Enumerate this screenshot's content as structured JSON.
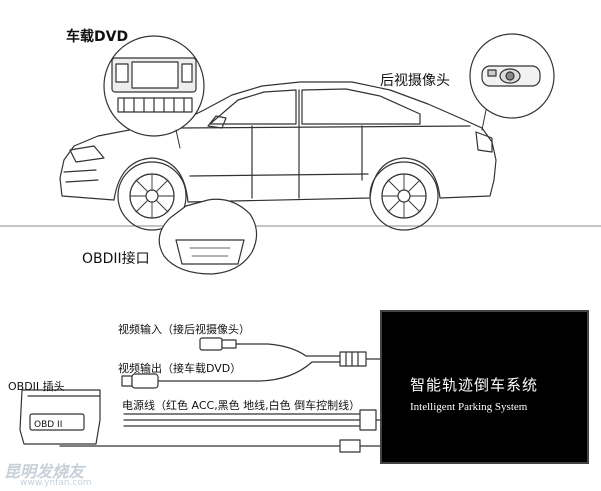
{
  "labels": {
    "car_dvd": "车载DVD",
    "rear_camera": "后视摄像头",
    "obd_port": "OBDII接口",
    "video_input": "视频输入（接后视摄像头）",
    "video_output": "视频输出（接车载DVD）",
    "power_line": "电源线（红色 ACC,黑色 地线,白色 倒车控制线）",
    "obd_plug": "OBDII  插头",
    "obd_module_text": "OBD II"
  },
  "system_box": {
    "title_cn": "智能轨迹倒车系统",
    "title_en": "Intelligent Parking System"
  },
  "watermark": {
    "text": "昆明发烧友",
    "url": "www.ynfan.com"
  },
  "colors": {
    "line": "#333333",
    "box": "#000000",
    "background": "#ffffff"
  }
}
